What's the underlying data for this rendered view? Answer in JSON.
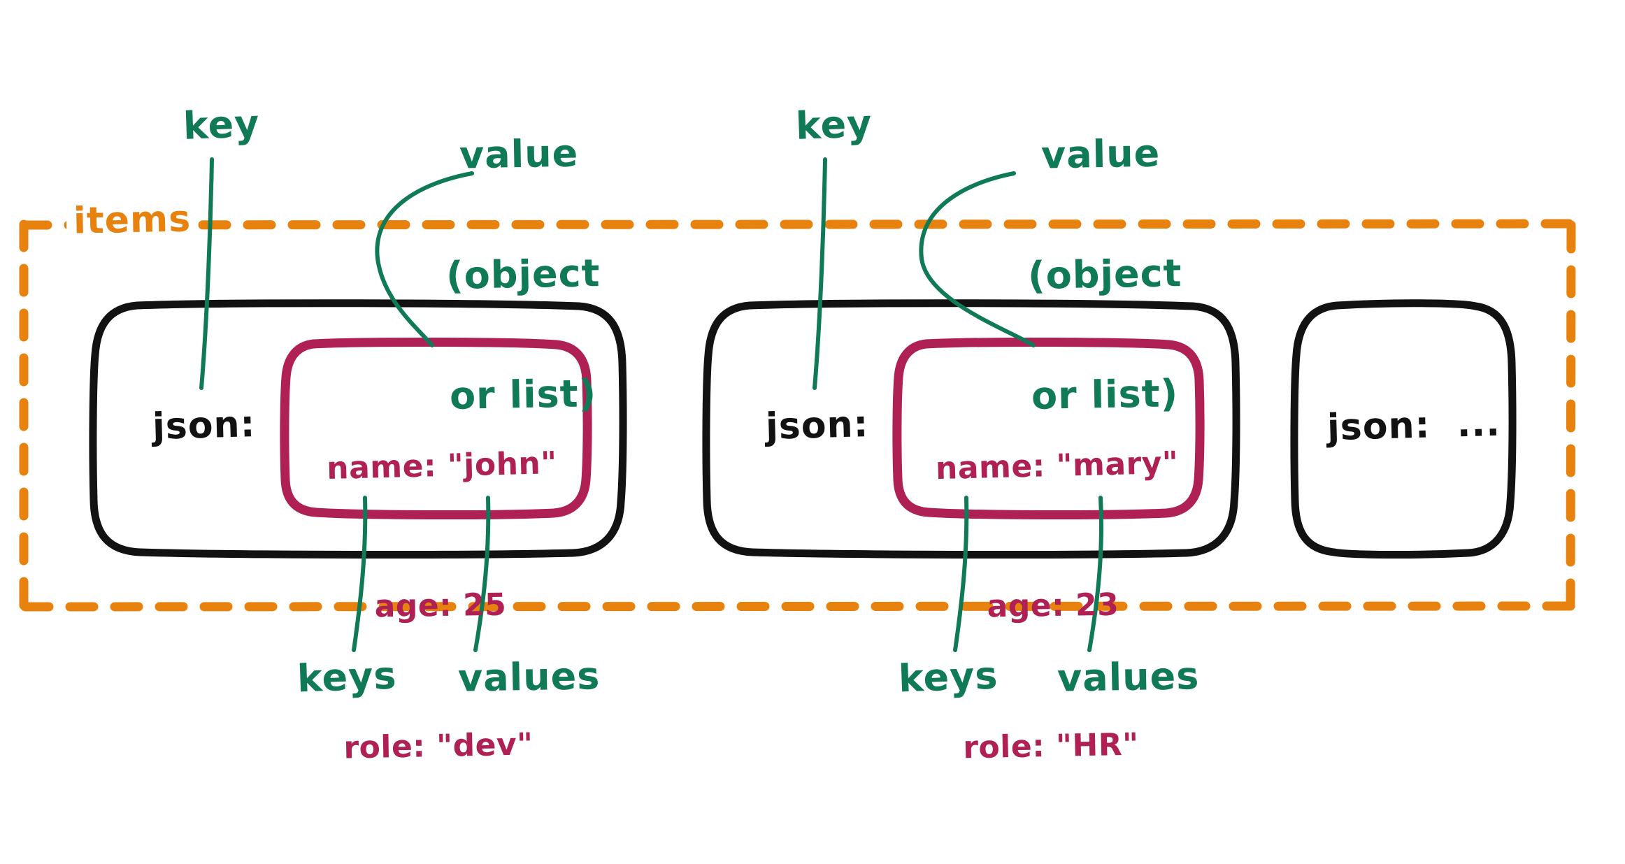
{
  "diagram": {
    "title_label": "items",
    "container": {
      "name": "items",
      "border_style": "dashed",
      "color": "#E8820E"
    },
    "palette": {
      "background": "#FFFFFF",
      "container_orange": "#E8820E",
      "annotation_green": "#0F7A55",
      "card_black": "#121212",
      "value_crimson": "#AF2055"
    },
    "annotations": {
      "key_label_1": "key",
      "key_label_2": "key",
      "value_label_1": {
        "line1": "value",
        "line2": "(object",
        "line3": "or list)"
      },
      "value_label_2": {
        "line1": "value",
        "line2": "(object",
        "line3": "or list)"
      },
      "keys_label_1": "keys",
      "values_label_1": "values",
      "keys_label_2": "keys",
      "values_label_2": "values"
    },
    "cards": [
      {
        "json_key_label": "json:",
        "has_value_box": true,
        "value_lines": [
          "name: \"john\"",
          "age: 25",
          "role: \"dev\""
        ],
        "entries": [
          {
            "key": "name",
            "value": "\"john\""
          },
          {
            "key": "age",
            "value": "25"
          },
          {
            "key": "role",
            "value": "\"dev\""
          }
        ]
      },
      {
        "json_key_label": "json:",
        "has_value_box": true,
        "value_lines": [
          "name: \"mary\"",
          "age: 23",
          "role: \"HR\""
        ],
        "entries": [
          {
            "key": "name",
            "value": "\"mary\""
          },
          {
            "key": "age",
            "value": "23"
          },
          {
            "key": "role",
            "value": "\"HR\""
          }
        ]
      },
      {
        "json_key_label": "json:  ...",
        "has_value_box": false,
        "value_lines": [],
        "entries": []
      }
    ]
  }
}
